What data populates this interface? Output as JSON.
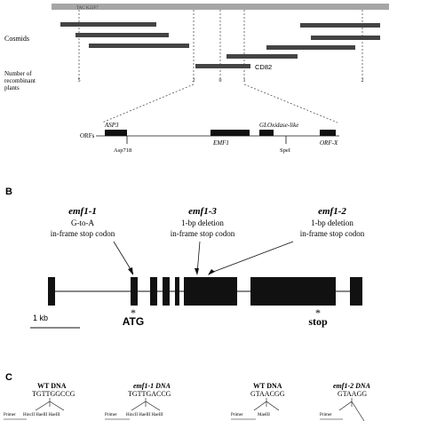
{
  "panel_a": {
    "tac_label": "TAC K22F7",
    "cosmids_label": "Cosmids",
    "recombinant_label_line1": "Number of",
    "recombinant_label_line2": "recombinant",
    "recombinant_label_line3": "plants",
    "recombinant_counts": [
      "5",
      "2",
      "0",
      "1",
      "2"
    ],
    "cd82_label": "CD82",
    "orfs_label": "ORFs",
    "genes": [
      "ASP3",
      "EMF1",
      "GLOxidase-like",
      "ORF-X"
    ],
    "sites": [
      "Asp718",
      "SpeI"
    ]
  },
  "panel_b": {
    "label": "B",
    "mutations": [
      {
        "name": "emf1-1",
        "line1": "G-to-A",
        "line2": "in-frame stop codon"
      },
      {
        "name": "emf1-3",
        "line1": "1-bp deletion",
        "line2": "in-frame stop codon"
      },
      {
        "name": "emf1-2",
        "line1": "1-bp deletion",
        "line2": "in-frame stop codon"
      }
    ],
    "scale_label": "1 kb",
    "atg_label": "ATG",
    "stop_label": "stop",
    "star": "*"
  },
  "panel_c": {
    "label": "C",
    "blocks": [
      {
        "title": "WT DNA",
        "seq": "TGTTGGCCG",
        "enzymes": "HincII  HaeIII  HaeIII",
        "primer": "Primer"
      },
      {
        "title": "emf1-1 DNA",
        "seq": "TGTTGACCG",
        "enzymes": "HincII  HaeIII  HaeIII",
        "primer": "Primer"
      },
      {
        "title": "WT DNA",
        "seq": "GTAACGG",
        "enzymes": "MaeIII",
        "primer": "Primer"
      },
      {
        "title": "emf1-2 DNA",
        "seq": "GTAAGG",
        "enzymes": "",
        "primer": "Primer"
      }
    ]
  }
}
